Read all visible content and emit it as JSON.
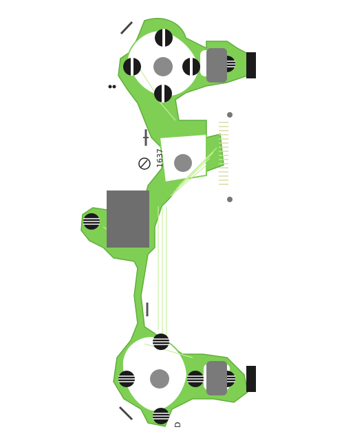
{
  "image": {
    "subject": "membrane-circuit-board",
    "colors": {
      "background": "#ffffff",
      "board_fill": "#7fcf55",
      "board_edge": "#5fae3a",
      "trace": "#c8ef9c",
      "contact_dark": "#1b1b1b",
      "contact_gray": "#8a8a8a",
      "block_gray": "#6e6e6e",
      "pad_fill": "#ffffff"
    },
    "labels": {
      "part_number": "1637",
      "corner_mark": "D"
    }
  }
}
